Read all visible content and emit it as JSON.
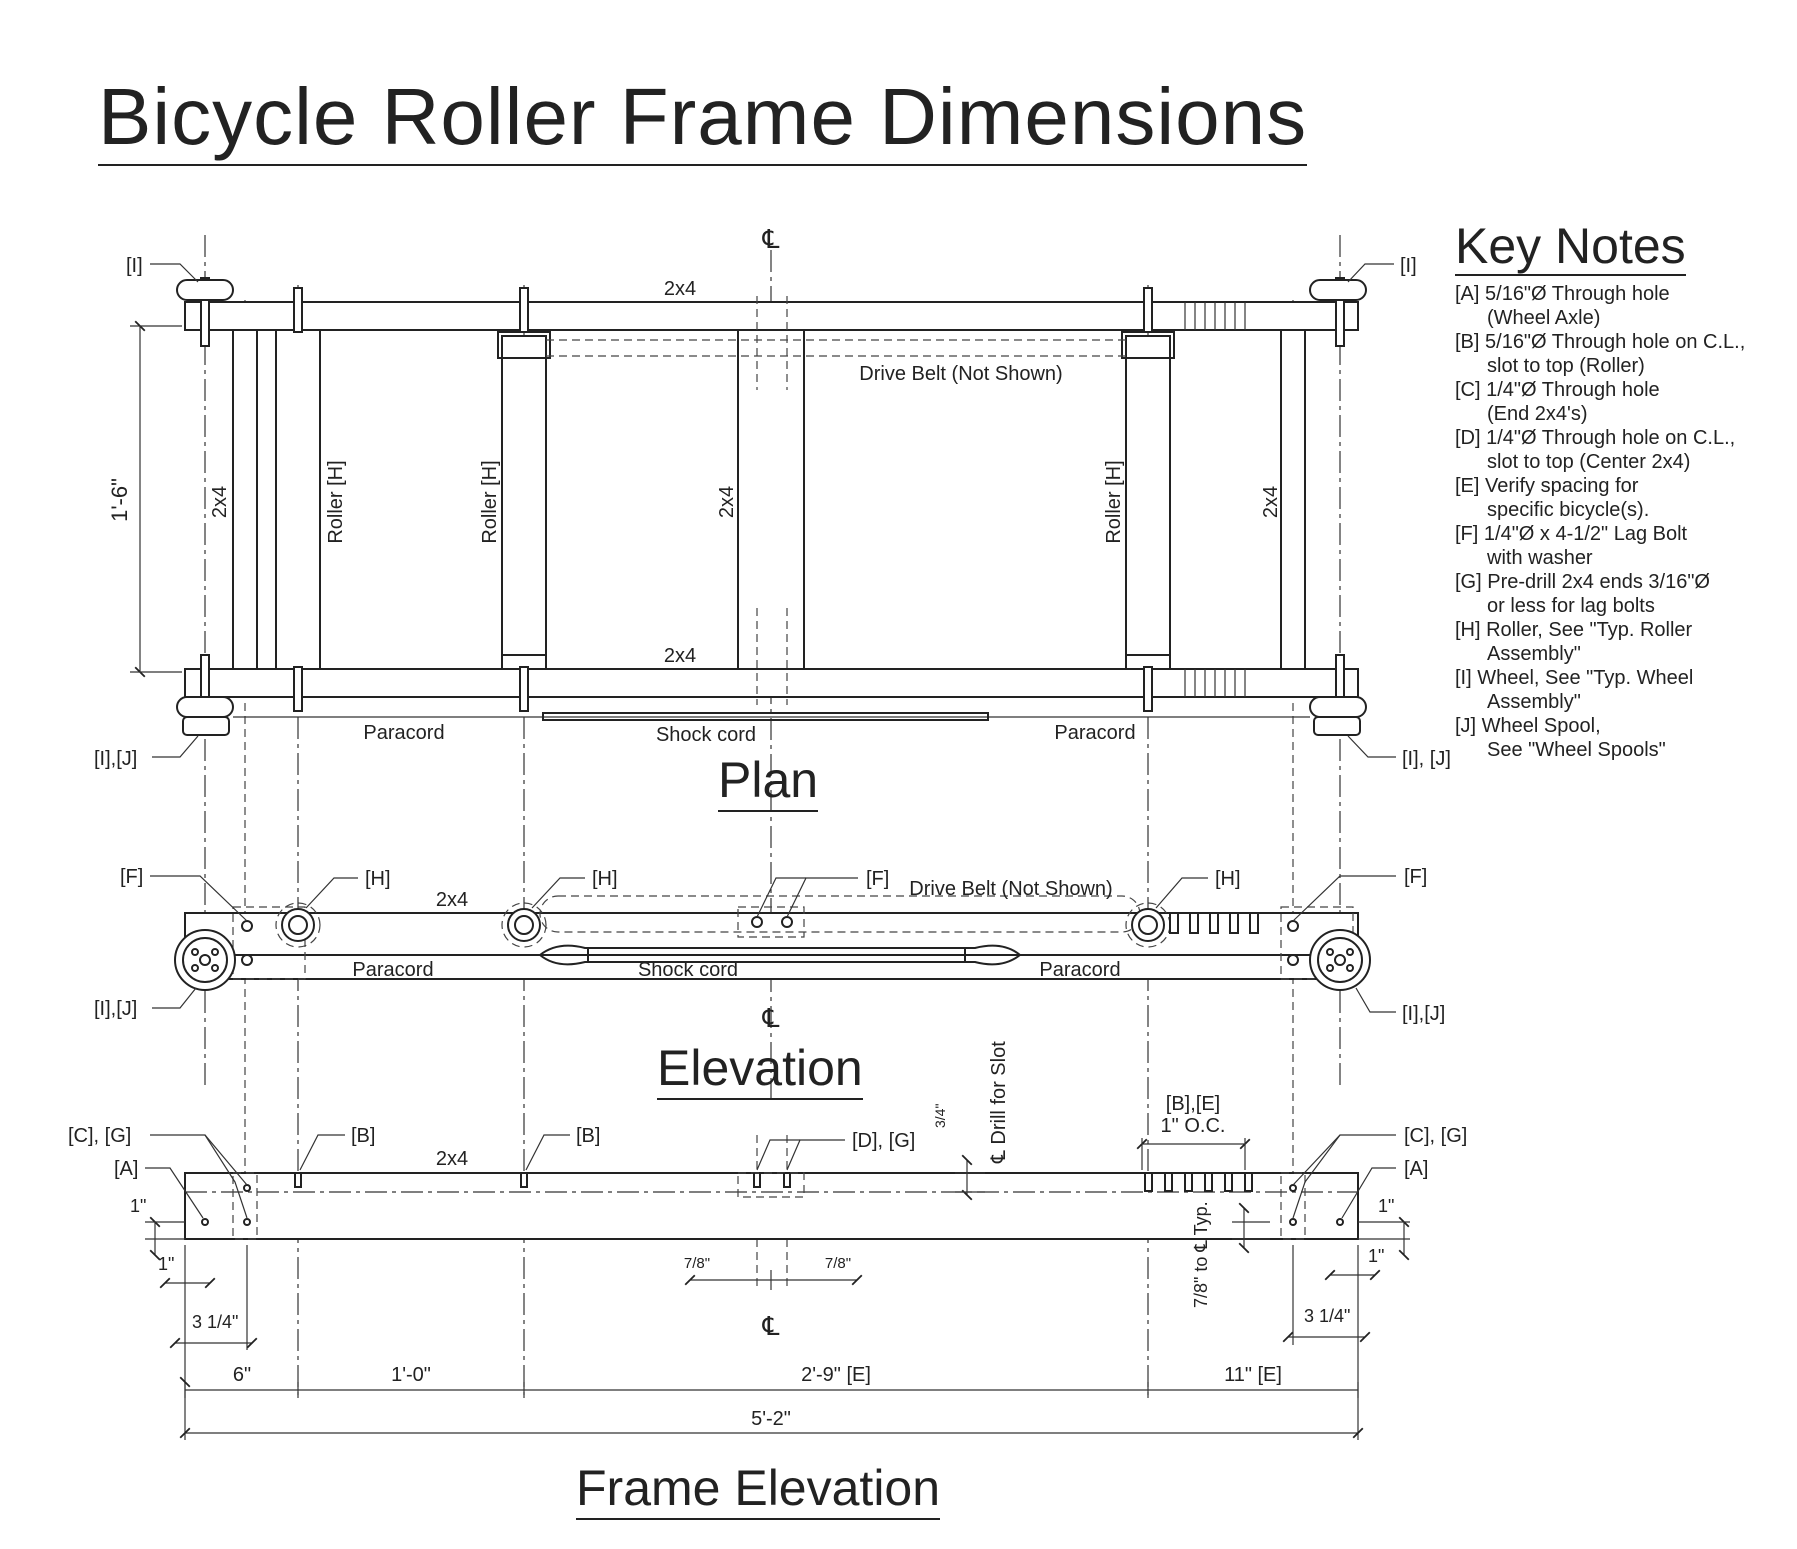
{
  "title": "Bicycle Roller Frame Dimensions",
  "key_notes": {
    "heading": "Key Notes",
    "items": [
      {
        "line1": "[A] 5/16\"Ø Through hole",
        "line2": "(Wheel Axle)"
      },
      {
        "line1": "[B] 5/16\"Ø Through hole on C.L.,",
        "line2": "slot to top (Roller)"
      },
      {
        "line1": "[C] 1/4\"Ø Through hole",
        "line2": "(End 2x4's)"
      },
      {
        "line1": "[D] 1/4\"Ø Through hole on C.L.,",
        "line2": "slot to top (Center 2x4)"
      },
      {
        "line1": "[E] Verify spacing for",
        "line2": "specific bicycle(s)."
      },
      {
        "line1": "[F] 1/4\"Ø x 4-1/2\" Lag Bolt",
        "line2": "with washer"
      },
      {
        "line1": "[G] Pre-drill 2x4 ends 3/16\"Ø",
        "line2": "or less for lag bolts"
      },
      {
        "line1": "[H] Roller, See \"Typ. Roller",
        "line2": "Assembly\""
      },
      {
        "line1": "[I] Wheel, See \"Typ. Wheel",
        "line2": "Assembly\""
      },
      {
        "line1": "[J] Wheel Spool,",
        "line2": "See \"Wheel Spools\""
      }
    ]
  },
  "views": {
    "plan": "Plan",
    "elevation": "Elevation",
    "frame_elevation": "Frame Elevation"
  },
  "symbols": {
    "centerline": "℄"
  },
  "plan": {
    "label_2x4": "2x4",
    "roller_label": "Roller [H]",
    "drive_belt": "Drive Belt (Not Shown)",
    "paracord": "Paracord",
    "shock_cord": "Shock cord",
    "dim_width": "1'-6\"",
    "callout_i": "[I]",
    "callout_ij": "[I],[J]",
    "callout_ij_spaced": "[I], [J]"
  },
  "elevation": {
    "callout_f": "[F]",
    "callout_h": "[H]",
    "label_2x4": "2x4",
    "drive_belt": "Drive Belt (Not Shown)",
    "paracord": "Paracord",
    "shock_cord": "Shock cord",
    "callout_ij": "[I],[J]"
  },
  "frame_elevation": {
    "callout_cg": "[C], [G]",
    "callout_a": "[A]",
    "callout_b": "[B]",
    "callout_dg": "[D], [G]",
    "callout_be": "[B],[E]",
    "label_2x4": "2x4",
    "oc_spacing": "1\" O.C.",
    "drill_note": "℄ Drill for Slot",
    "three_quarter": "3/4\"",
    "seven_eighths": "7/8\"",
    "seven_eighths_note": "7/8\" to ℄ Typ.",
    "one_inch": "1\"",
    "three_quarter_inch": "3 1/4\"",
    "dims": {
      "d6": "6\"",
      "d1_0": "1'-0\"",
      "d2_9": "2'-9\" [E]",
      "d11": "11\" [E]",
      "d5_2": "5'-2\""
    }
  }
}
